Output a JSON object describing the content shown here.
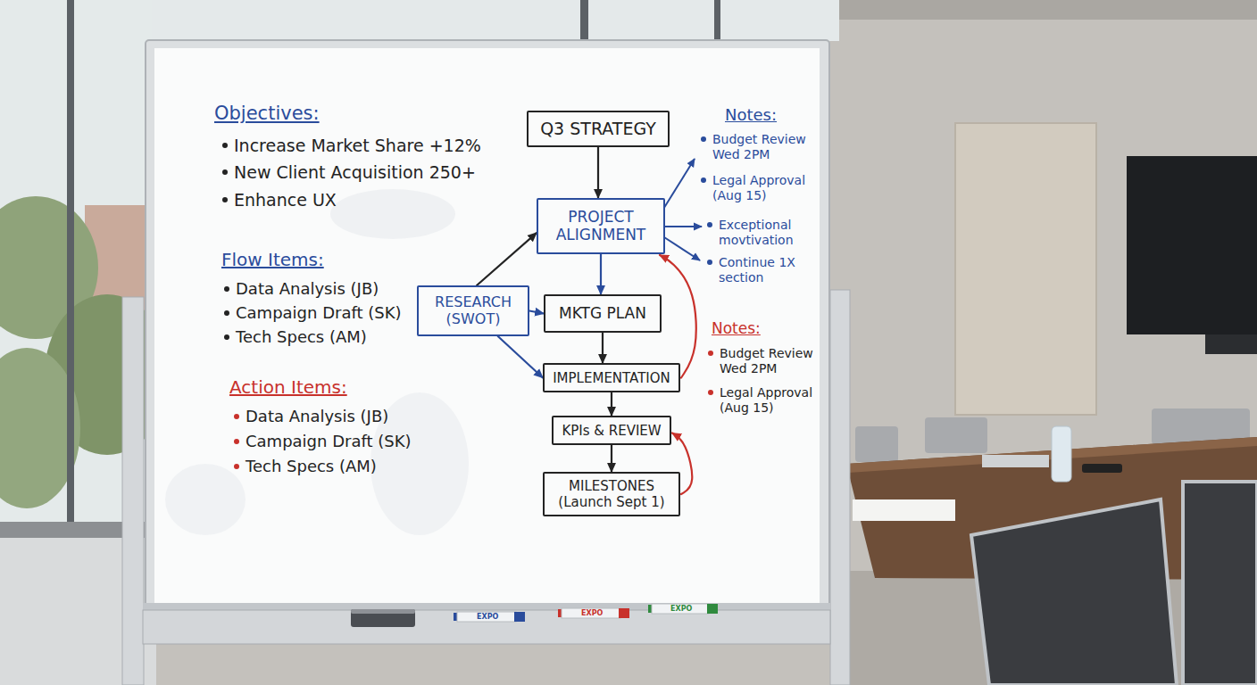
{
  "diagram": {
    "nodes": [
      {
        "text": [
          "Q3 STRATEGY"
        ]
      },
      {
        "text": [
          "PROJECT ALIGNMENT"
        ]
      },
      {
        "text": [
          "RESEARCH (SWOT)"
        ]
      },
      {
        "text": [
          "MKTG PLAN"
        ]
      },
      {
        "text": [
          "IMPLEMENTATION"
        ]
      },
      {
        "text": [
          "KPIs & REVIEW"
        ]
      },
      {
        "text": [
          "MILESTONES (Launch Sept 1)"
        ]
      }
    ],
    "edges": [
      {
        "from": 0,
        "to": 1,
        "arrow": "to"
      },
      {
        "from": 2,
        "to": 1,
        "arrow": "to"
      },
      {
        "from": 1,
        "to": 3,
        "arrow": "to"
      },
      {
        "from": 2,
        "to": 3,
        "arrow": "to"
      },
      {
        "from": 2,
        "to": 4,
        "arrow": "to"
      },
      {
        "from": 3,
        "to": 4,
        "arrow": "to"
      },
      {
        "from": 4,
        "to": 1,
        "arrow": "to"
      },
      {
        "from": 4,
        "to": 5,
        "arrow": "to"
      },
      {
        "from": 5,
        "to": 6,
        "arrow": "to"
      },
      {
        "from": 6,
        "to": 5,
        "arrow": "to"
      }
    ],
    "labels": [
      "Objectives:",
      "Increase Market Share +12%",
      "New Client Acquisition 250+",
      "Enhance UX",
      "Flow Items:",
      "Data Analysis (JB)",
      "Campaign Draft (SK)",
      "Tech Specs (AM)",
      "Action Items:",
      "Data Analysis (JB)",
      "Campaign Draft (SK)",
      "Tech Specs (AM)",
      "Notes:",
      "Budget Review Wed 2PM",
      "Legal Approval (Aug 15)",
      "Exceptional movtivation",
      "Continue 1X section",
      "Notes:",
      "Budget Review Wed 2PM",
      "Legal Approval (Aug 15)",
      "EXPO",
      "EXPO",
      "EXPO"
    ]
  }
}
